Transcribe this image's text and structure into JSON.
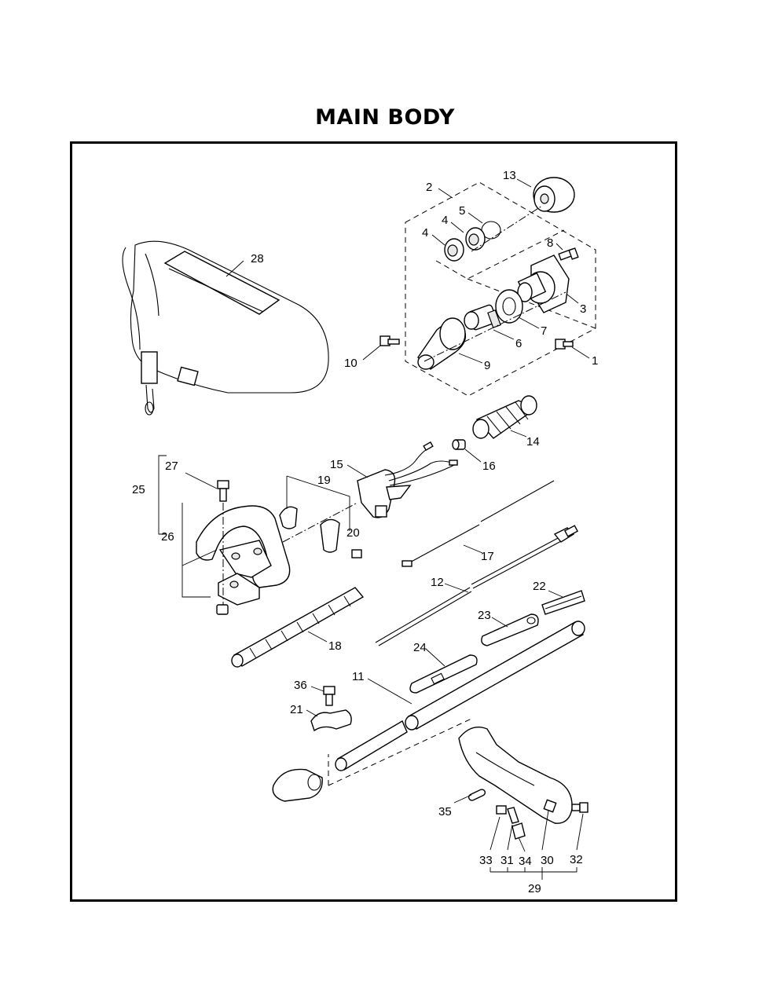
{
  "title": "MAIN BODY",
  "labels": {
    "p1": "1",
    "p2": "2",
    "p3": "3",
    "p4a": "4",
    "p4b": "4",
    "p5": "5",
    "p6": "6",
    "p7": "7",
    "p8": "8",
    "p9": "9",
    "p10": "10",
    "p11": "11",
    "p12": "12",
    "p13": "13",
    "p14": "14",
    "p15": "15",
    "p16": "16",
    "p17": "17",
    "p18": "18",
    "p19": "19",
    "p20": "20",
    "p21": "21",
    "p22": "22",
    "p23": "23",
    "p24": "24",
    "p25": "25",
    "p26": "26",
    "p27": "27",
    "p28": "28",
    "p29": "29",
    "p30": "30",
    "p31": "31",
    "p32": "32",
    "p33": "33",
    "p34": "34",
    "p35": "35",
    "p36": "36"
  }
}
